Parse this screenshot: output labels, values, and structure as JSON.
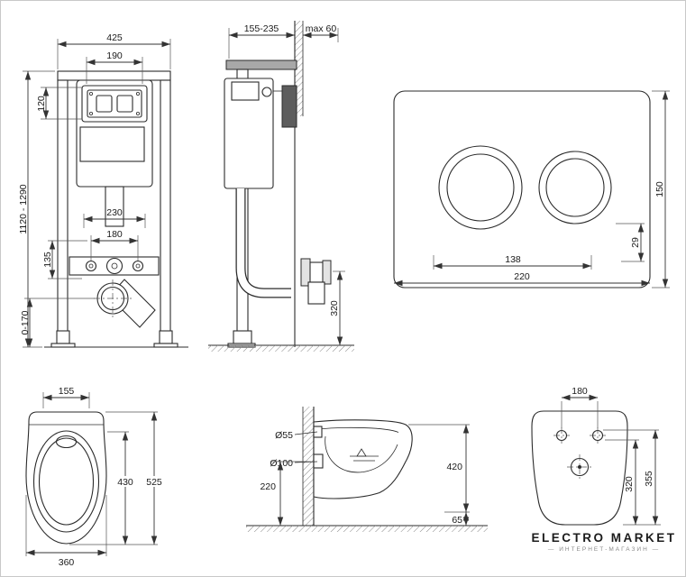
{
  "views": {
    "frame_front": {
      "dim_width_top": "425",
      "dim_plate_width": "190",
      "dim_plate_height": "120",
      "dim_height_range": "1120 - 1290",
      "dim_fix_spacing": "230",
      "dim_stud_spacing": "180",
      "dim_offset": "135",
      "dim_adjust_range": "0-170"
    },
    "frame_side": {
      "dim_depth_range": "155-235",
      "dim_max_top": "max 60",
      "dim_outlet_height": "320"
    },
    "flush_plate": {
      "dim_height": "150",
      "dim_offset": "29",
      "dim_button_spacing": "138",
      "dim_width": "220"
    },
    "toilet_top": {
      "dim_back_width": "155",
      "dim_inner_length": "430",
      "dim_total_length": "525",
      "dim_width": "360"
    },
    "toilet_side": {
      "dim_flush_dia": "Ø55",
      "dim_outlet_dia": "Ø100",
      "dim_outlet_height": "220",
      "dim_height": "420",
      "dim_bottom_gap": "65"
    },
    "toilet_back": {
      "dim_hole_spacing": "180",
      "dim_hole_height": "320",
      "dim_top_height": "355"
    }
  },
  "logo": {
    "title": "ELECTRO MARKET",
    "subtitle": "— ИНТЕРНЕТ-МАГАЗИН —"
  }
}
